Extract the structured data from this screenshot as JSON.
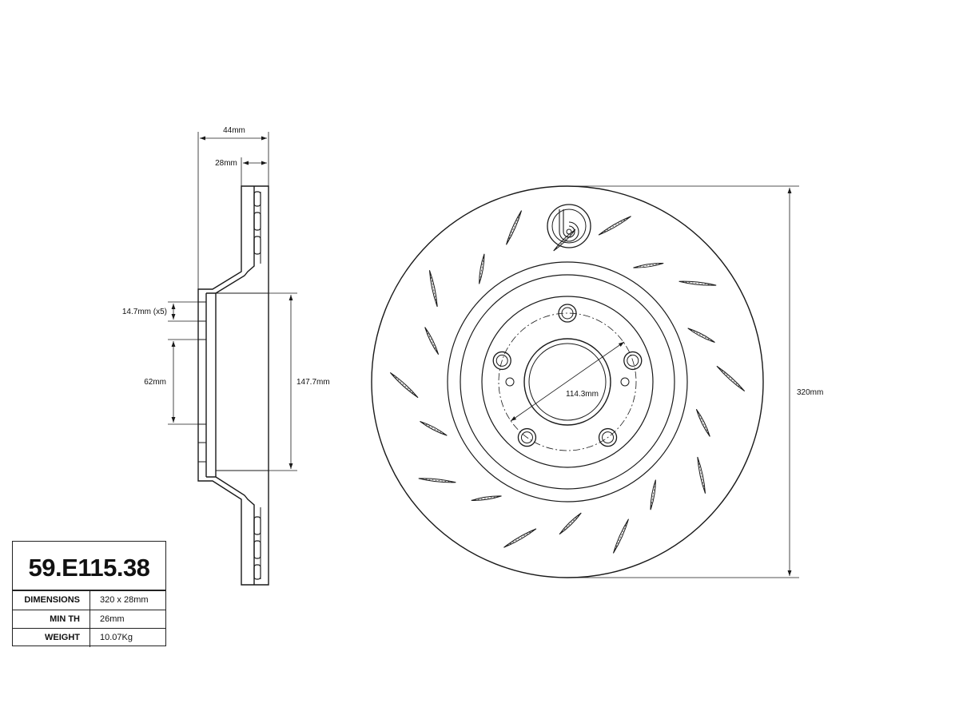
{
  "side_view": {
    "dims": {
      "overall_width": "44mm",
      "disc_thickness": "28mm",
      "bolt_hole": "14.7mm (x5)",
      "center_bore": "62mm",
      "hat_diameter": "147.7mm"
    }
  },
  "front_view": {
    "dims": {
      "pcd": "114.3mm",
      "outer_diameter": "320mm"
    },
    "logo_icon": "brembo-logo-icon",
    "slot_count": 20,
    "bolt_count": 5
  },
  "spec": {
    "part_number": "59.E115.38",
    "rows": [
      {
        "label": "DIMENSIONS",
        "value": "320 x 28mm"
      },
      {
        "label": "MIN TH",
        "value": "26mm"
      },
      {
        "label": "WEIGHT",
        "value": "10.07Kg"
      }
    ]
  },
  "colors": {
    "line": "#1a1a1a"
  }
}
